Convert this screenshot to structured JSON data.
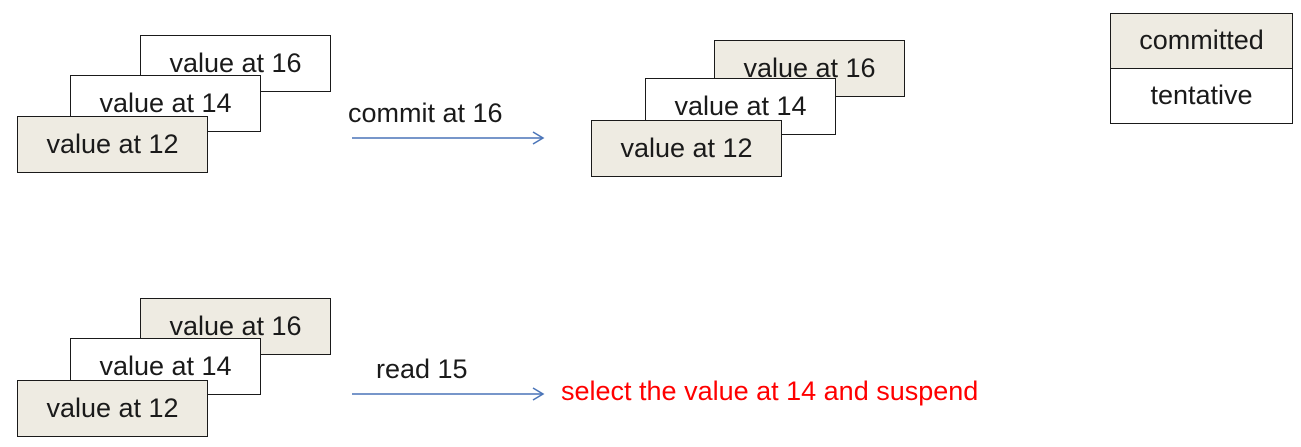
{
  "colors": {
    "committed_fill": "#eeebe2",
    "tentative_fill": "#ffffff",
    "arrow": "#4a74b8",
    "highlight_text": "#ff0000"
  },
  "legend": {
    "committed": "committed",
    "tentative": "tentative"
  },
  "scenario_commit": {
    "before": {
      "value_16": "value at 16",
      "value_14": "value at 14",
      "value_12": "value at 12"
    },
    "operation": "commit at 16",
    "after": {
      "value_16": "value at 16",
      "value_14": "value at 14",
      "value_12": "value at 12"
    }
  },
  "scenario_read": {
    "stack": {
      "value_16": "value at 16",
      "value_14": "value at 14",
      "value_12": "value at 12"
    },
    "operation": "read 15",
    "result": "select the value at 14 and suspend"
  }
}
